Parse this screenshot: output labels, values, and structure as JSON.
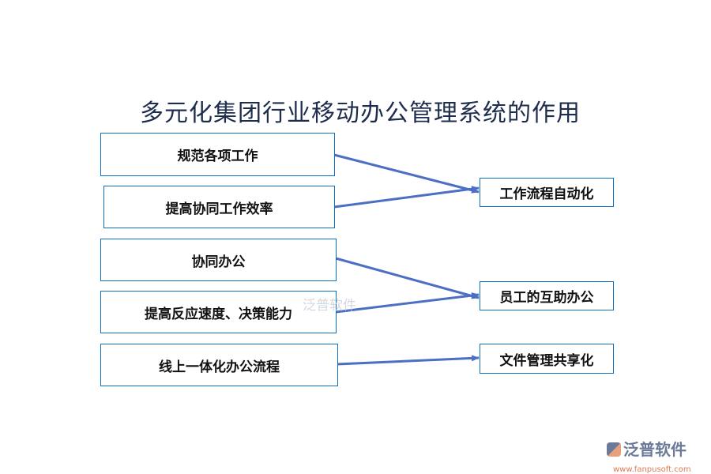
{
  "title": "多元化集团行业移动办公管理系统的作用",
  "left_boxes": [
    "规范各项工作",
    "提高协同工作效率",
    "协同办公",
    "提高反应速度、决策能力",
    "线上一体化办公流程"
  ],
  "right_boxes": [
    "工作流程自动化",
    "员工的互助办公",
    "文件管理共享化"
  ],
  "connections": [
    [
      0,
      0
    ],
    [
      1,
      0
    ],
    [
      2,
      1
    ],
    [
      3,
      1
    ],
    [
      4,
      2
    ]
  ],
  "colors": {
    "box_border": "#0a6fc2",
    "arrow": "#4a6fc4",
    "title": "#1f2d4d"
  },
  "watermark": "泛普软件",
  "logo": {
    "name": "泛普软件",
    "url": "www.fanpusoft.com"
  }
}
